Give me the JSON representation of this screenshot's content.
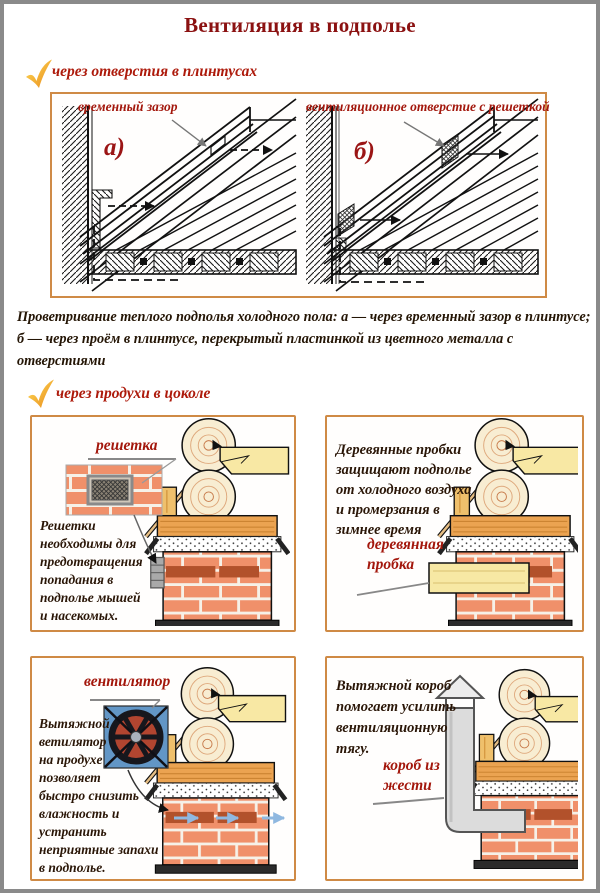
{
  "title": "Вентиляция в подполье",
  "sections": {
    "plinth": {
      "label": "через отверстия в плинтусах"
    },
    "vents": {
      "label": "через продухи в цоколе"
    }
  },
  "diagram": {
    "fig_a": "а)",
    "fig_b": "б)",
    "callout_gap": "временный зазор",
    "callout_vent": "вентиляционное отверстие с решеткой",
    "caption_lines": [
      "Проветривание теплого подполья холодного пола: а — через временный зазор в плинтусе;",
      "б — через проём в плинтусе, перекрытый пластинкой из цветного металла с отверстиями"
    ]
  },
  "panels": {
    "grate": {
      "callout": "решетка",
      "text_lines": [
        "Решетки",
        "необходимы для",
        "предотвращения",
        "попадания в",
        "подполье мышей",
        "и насекомых."
      ]
    },
    "plug": {
      "text_lines": [
        "Деревянные пробки",
        "защищают подполье",
        "от холодного воздуха",
        "и промерзания в",
        "зимнее время"
      ],
      "callout_lines": [
        "деревянная",
        "пробка"
      ]
    },
    "fan": {
      "callout": "вентилятор",
      "text_lines": [
        "Вытяжной",
        "ветилятор",
        "на продухе",
        "позволяет",
        "быстро снизить",
        "влажность и",
        "устранить",
        "неприятные запахи",
        "в подполье."
      ]
    },
    "duct": {
      "text_lines": [
        "Вытяжной короб",
        "помогает усилить",
        "вентиляционную",
        "тягу."
      ],
      "callout_lines": [
        "короб из",
        "жести"
      ]
    }
  },
  "colors": {
    "title_red": "#8b1111",
    "section_red": "#ad1a0b",
    "callout_red": "#a3170c",
    "body_brown": "#2a1607",
    "panel_border": "#cf8a45",
    "outer_border": "#8a8a8a",
    "brick": "#f0906a",
    "brick_dark": "#b2512b",
    "wood_beam": "#eba351",
    "wood_plank": "#f8e8a4",
    "log_cream": "#f8edd2",
    "fan_frame": "#6296c6",
    "fan_blades": "#b24530",
    "duct_gray": "#dcdcdc",
    "check_gold": "#f2a91e",
    "airflow_blue": "#8fb8e0"
  }
}
